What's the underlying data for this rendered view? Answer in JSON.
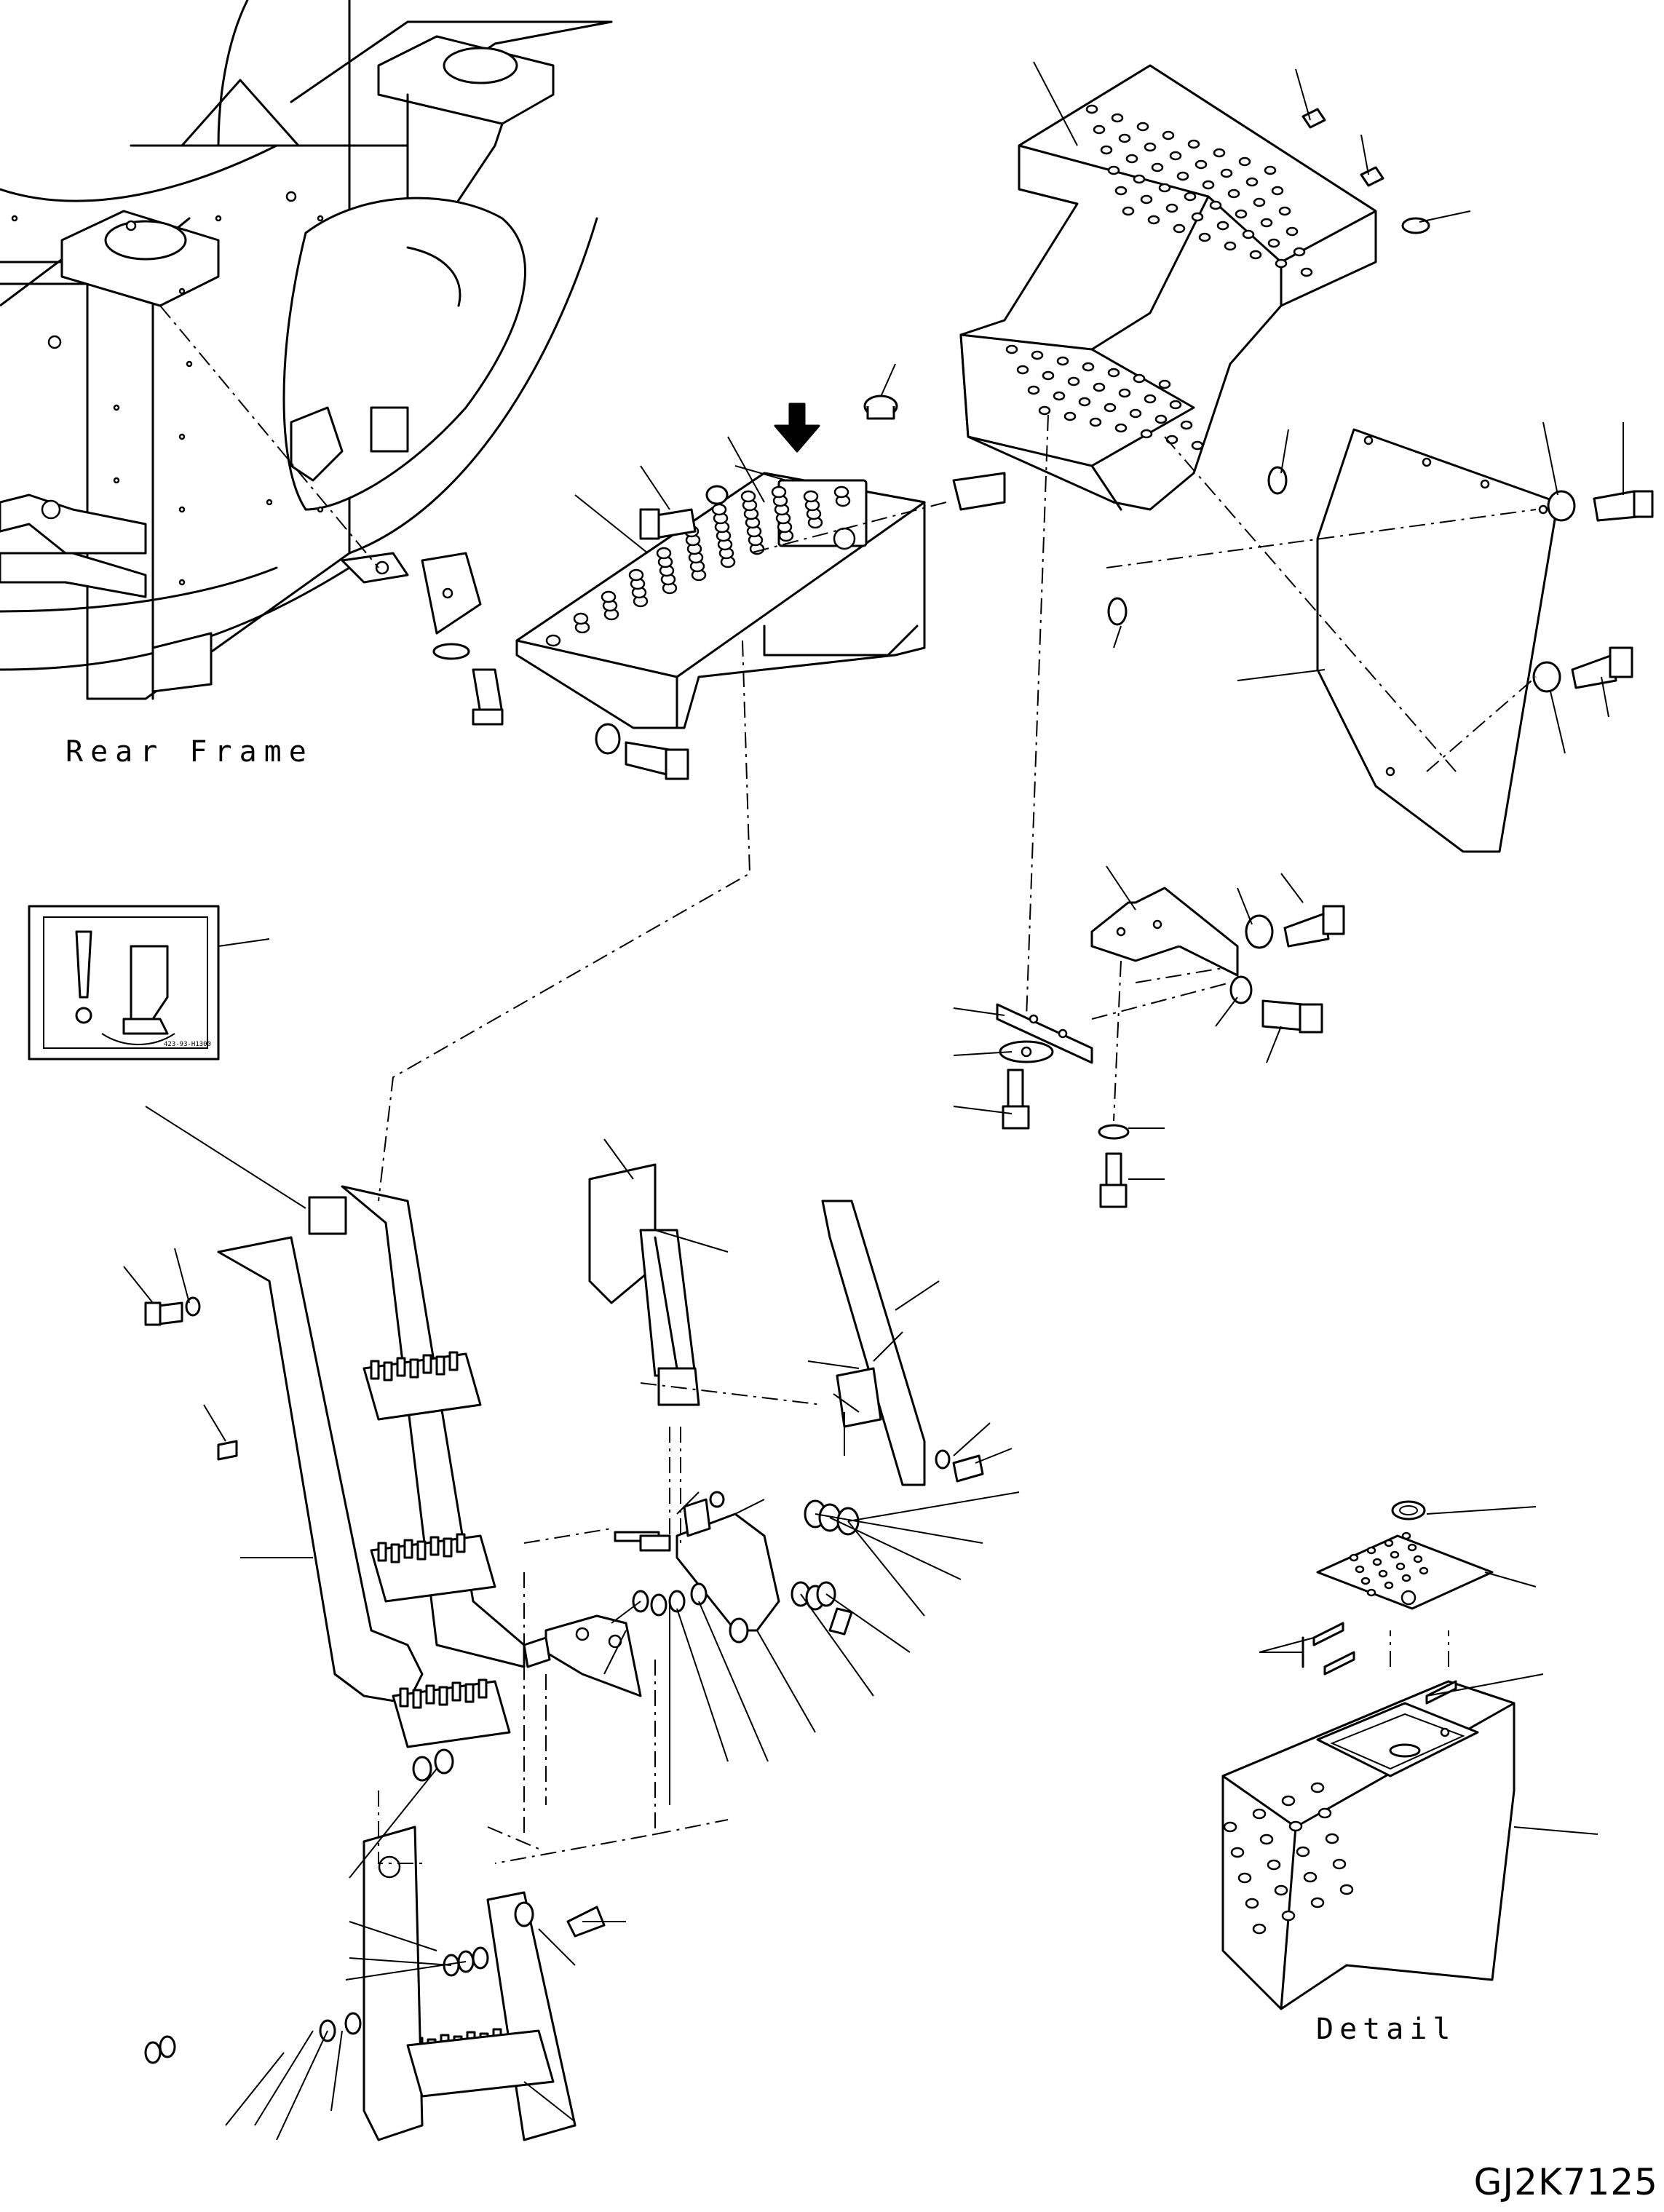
{
  "labels": {
    "rear_frame": "Rear Frame",
    "detail": "Detail",
    "drawing_code": "GJ2K7125",
    "decal_code": "423-93-H1300"
  }
}
